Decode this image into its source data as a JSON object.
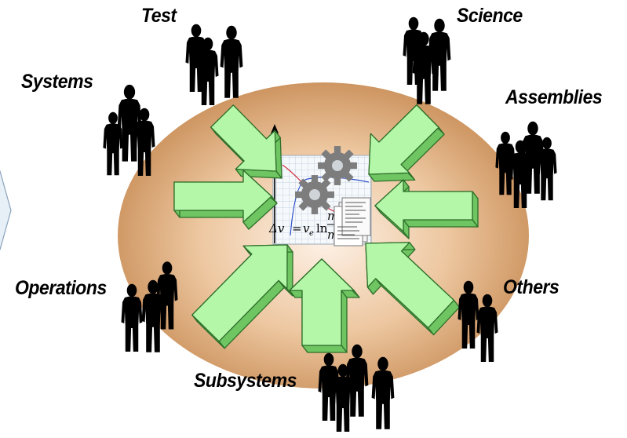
{
  "diagram": {
    "center": {
      "equation": {
        "lhs": "Δv",
        "equals": "=",
        "ve": "v",
        "ve_sub": "e",
        "ln": "ln",
        "frac_top": "m",
        "frac_bottom": "m"
      }
    },
    "groups": [
      {
        "id": "test",
        "label": "Test"
      },
      {
        "id": "science",
        "label": "Science"
      },
      {
        "id": "systems",
        "label": "Systems"
      },
      {
        "id": "assemblies",
        "label": "Assemblies"
      },
      {
        "id": "operations",
        "label": "Operations"
      },
      {
        "id": "others",
        "label": "Others"
      },
      {
        "id": "subsystems",
        "label": "Subsystems"
      }
    ],
    "colors": {
      "ellipse_outer": "#c98e58",
      "ellipse_inner": "#fdf1e6",
      "arrow_face": "#b5f7a9",
      "arrow_side": "#6ec561",
      "arrow_stroke": "#2f6f2b",
      "gear": "#7d7d7d",
      "people": "#000000",
      "grid_line": "#b9c7d9"
    }
  }
}
